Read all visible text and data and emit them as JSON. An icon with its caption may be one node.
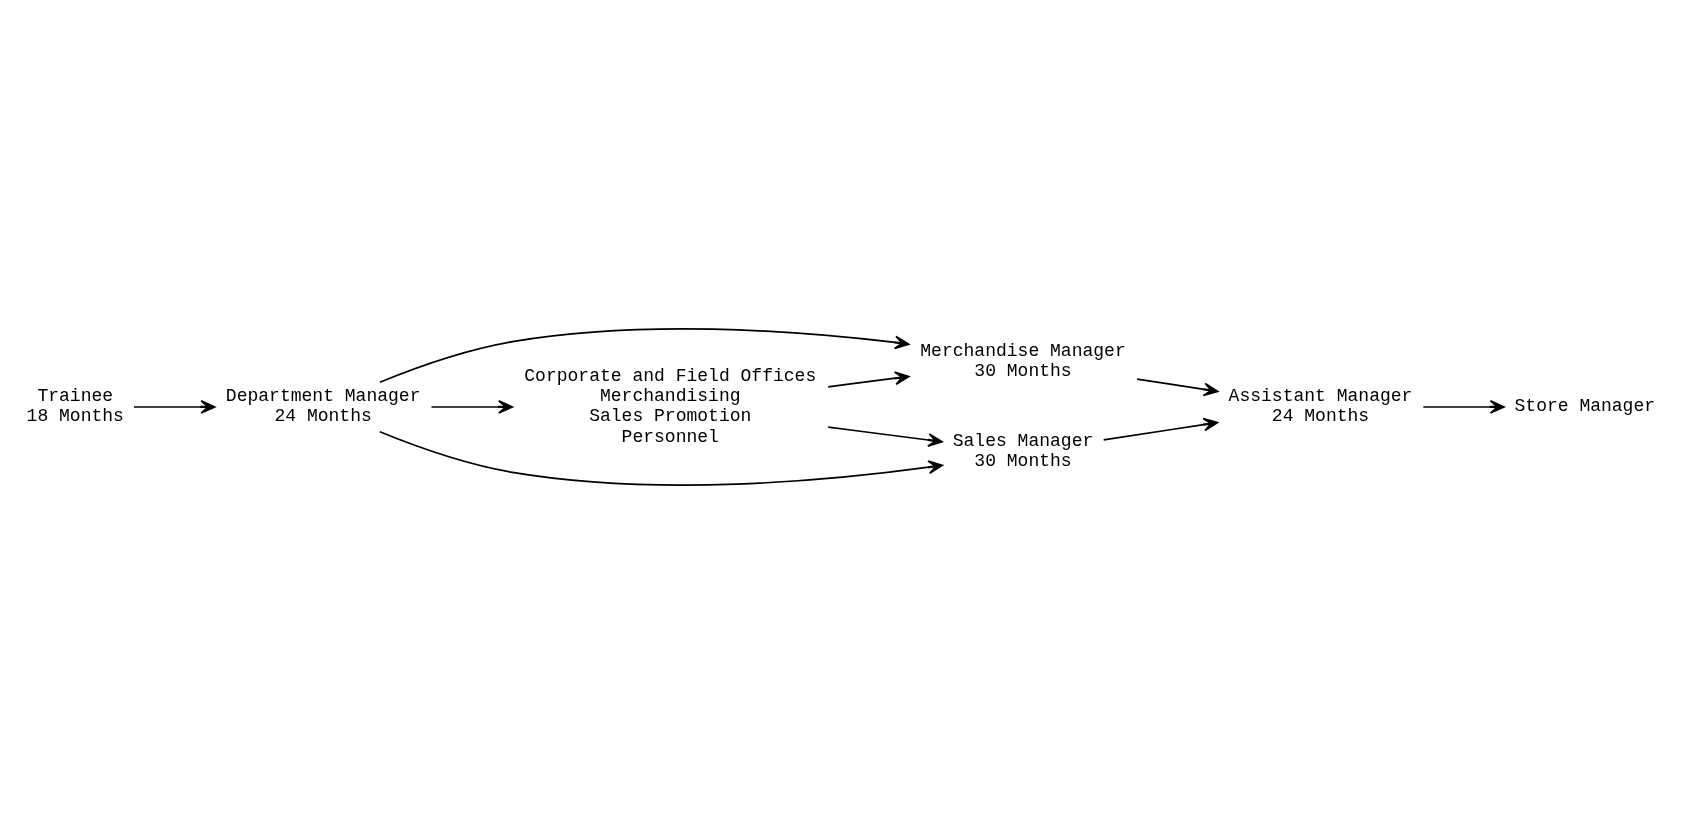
{
  "diagram": {
    "nodes": [
      {
        "text": [
          "Trainee",
          "18 Months"
        ]
      },
      {
        "text": [
          "Department Manager",
          "24 Months"
        ]
      },
      {
        "text": [
          "Merchandise Manager",
          "30 Months"
        ]
      },
      {
        "text": [
          "Assistant Manager",
          "24 Months"
        ]
      },
      {
        "text": [
          "Store Manager"
        ]
      },
      {
        "text": [
          "Sales Manager",
          "30 Months"
        ]
      },
      {
        "text": [
          "Corporate and Field Offices",
          "Merchandising",
          "Sales Promotion",
          "Personnel"
        ]
      }
    ],
    "edges": [
      {
        "from": 0,
        "to": 1,
        "arrow": "to"
      },
      {
        "from": 1,
        "to": 2,
        "arrow": "to"
      },
      {
        "from": 1,
        "to": 5,
        "arrow": "to"
      },
      {
        "from": 1,
        "to": 6,
        "arrow": "to"
      },
      {
        "from": 2,
        "to": 3,
        "arrow": "to"
      },
      {
        "from": 3,
        "to": 4,
        "arrow": "to"
      },
      {
        "from": 5,
        "to": 3,
        "arrow": "to"
      },
      {
        "from": 6,
        "to": 2,
        "arrow": "to"
      },
      {
        "from": 6,
        "to": 5,
        "arrow": "to"
      }
    ]
  }
}
